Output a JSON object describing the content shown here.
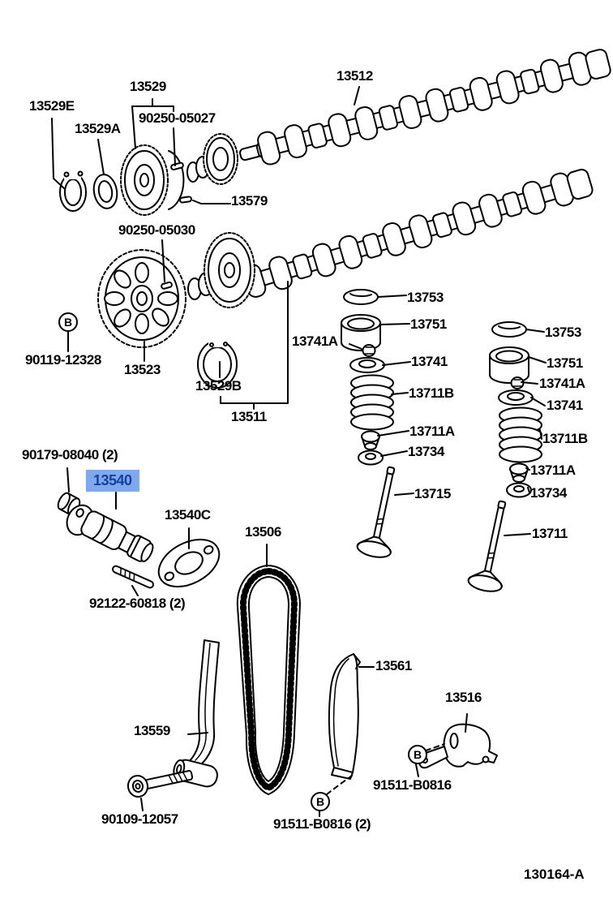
{
  "page": {
    "footer_code": "130164-A",
    "background": "#ffffff",
    "line_color": "#000000"
  },
  "highlight": {
    "bg": "#7FA9EE",
    "text_color": "#16409E",
    "selected_part": "13540"
  },
  "markers": {
    "b": "B"
  },
  "labels": {
    "p13529e": "13529E",
    "p13529a": "13529A",
    "p13529": "13529",
    "p90250_05027": "90250-05027",
    "p13512": "13512",
    "p13579": "13579",
    "p90250_05030": "90250-05030",
    "p90119_12328": "90119-12328",
    "p13523": "13523",
    "p13529b": "13529B",
    "p13511": "13511",
    "p13741a_mid": "13741A",
    "p13753_mid": "13753",
    "p13751_mid": "13751",
    "p13741_mid": "13741",
    "p13711b_mid": "13711B",
    "p13711a_mid": "13711A",
    "p13734_mid": "13734",
    "p13715": "13715",
    "p13753_right": "13753",
    "p13751_right": "13751",
    "p13741a_right": "13741A",
    "p13741_right": "13741",
    "p13711b_right": "13711B",
    "p13711a_right": "13711A",
    "p13734_right": "13734",
    "p13711": "13711",
    "p90179_08040": "90179-08040 (2)",
    "p13540": "13540",
    "p13540c": "13540C",
    "p92122_60818": "92122-60818 (2)",
    "p13506": "13506",
    "p13559": "13559",
    "p90109_12057": "90109-12057",
    "p13561": "13561",
    "p13516": "13516",
    "p91511_b0816": "91511-B0816",
    "p91511_b0816_2": "91511-B0816 (2)"
  }
}
